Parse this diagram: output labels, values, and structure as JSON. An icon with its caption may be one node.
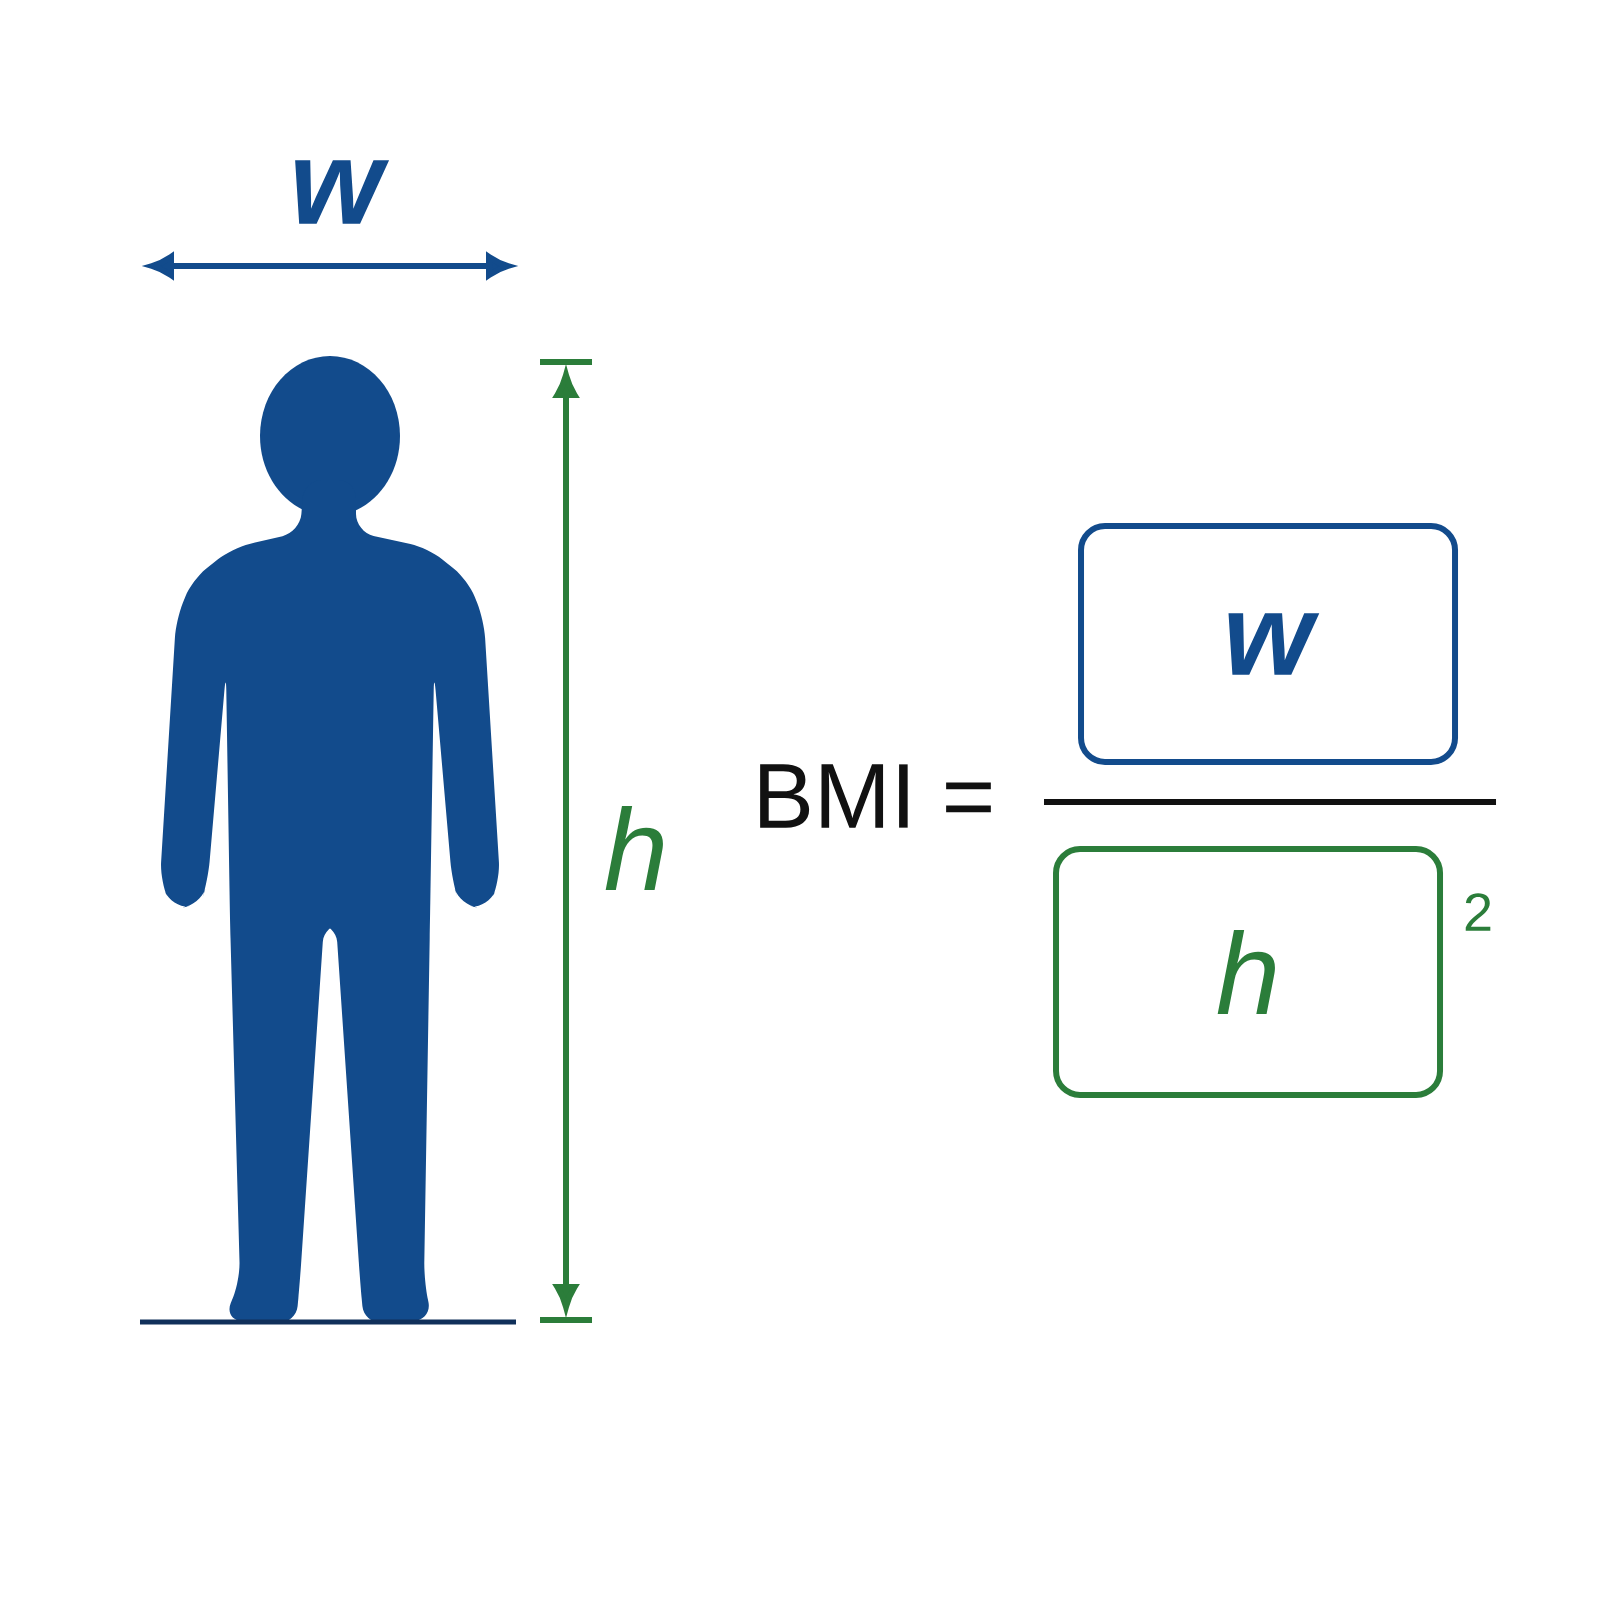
{
  "diagram": {
    "nodes": [
      {
        "text": [
          "w"
        ]
      },
      {
        "text": [
          "h"
        ],
        "beside": [
          "2"
        ]
      }
    ],
    "labels": [
      "w",
      "h",
      "BMI ="
    ]
  }
}
